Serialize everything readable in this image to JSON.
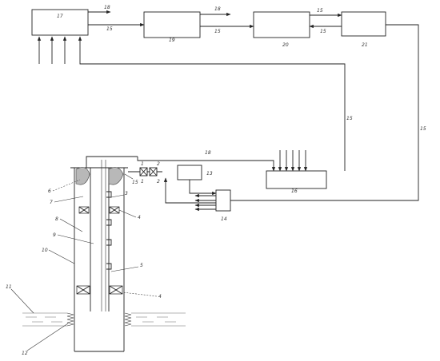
{
  "labels": {
    "n1a": "1",
    "n1b": "1",
    "n2a": "2",
    "n2b": "2",
    "n3": "3",
    "n4a": "4",
    "n4b": "4",
    "n5": "5",
    "n6": "6",
    "n7": "7",
    "n8": "8",
    "n9": "9",
    "n10": "10",
    "n11": "11",
    "n12": "12",
    "n13": "13",
    "n14": "14",
    "n15a": "15",
    "n15b": "15",
    "n15c": "15",
    "n15d": "15",
    "n15e": "15",
    "n15f": "15",
    "n15g": "15",
    "n16": "16",
    "n17": "17",
    "n18a": "18",
    "n18b": "18",
    "n18c": "18",
    "n19": "19",
    "n20": "20",
    "n21": "21"
  },
  "colors": {
    "line": "#222222",
    "seam": "#6a6a6a",
    "cap": "#b8b8b8"
  }
}
